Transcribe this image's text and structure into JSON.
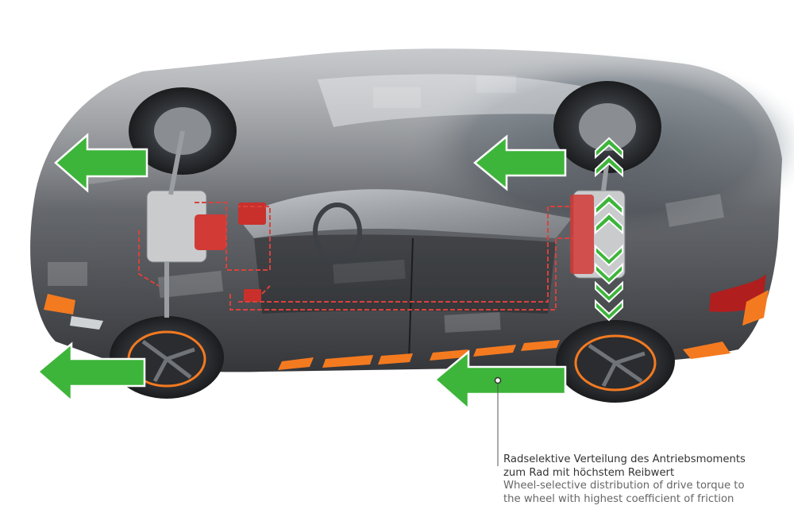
{
  "caption": {
    "german_line1": "Radselektive Verteilung des Antriebsmoments",
    "german_line2": "zum Rad mit höchstem Reibwert",
    "english_line1": "Wheel-selective distribution of drive torque to",
    "english_line2": "the wheel with highest coefficient of friction"
  },
  "colors": {
    "arrow_green": "#3db53a",
    "arrow_outline": "#ffffff",
    "circuit_red": "#d9423c",
    "accent_orange": "#f47a20",
    "body_dark": "#2e3033",
    "leader_line": "#555555"
  },
  "icons": {
    "torque_arrow": "green-arrow-left-icon",
    "torque_flow": "green-chevron-down-icon"
  }
}
